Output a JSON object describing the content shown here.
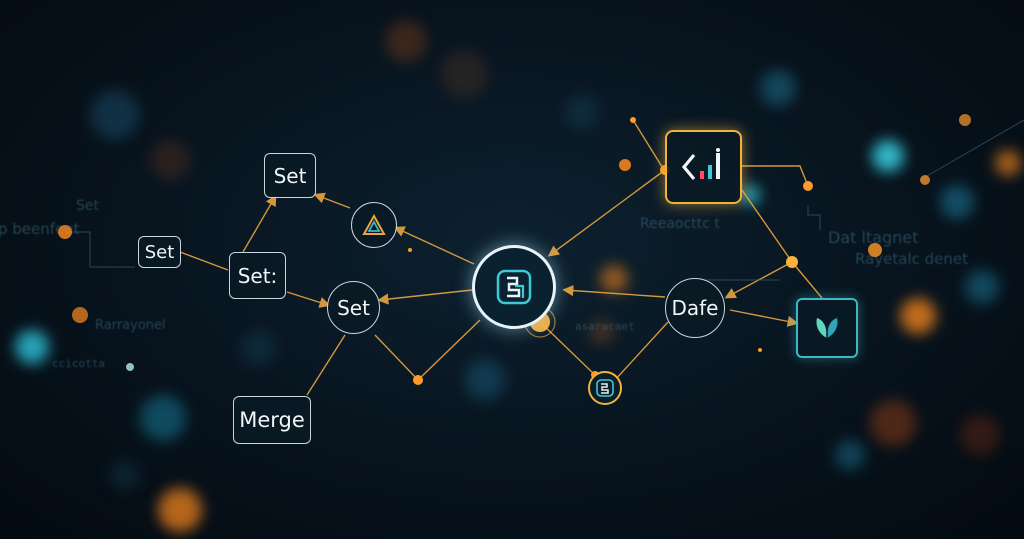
{
  "nodes": {
    "set_top": "Set",
    "set_left": "Set",
    "set_colon": "Set:",
    "set_center": "Set",
    "merge": "Merge",
    "dafe": "Dafe"
  },
  "background_text": {
    "left_1": "Set",
    "left_2": "p beenfeet",
    "left_3": "Rarrayonel",
    "left_4": "ccicotta",
    "right_1": "Reeaocttc t",
    "right_2": "Dat ltagnet",
    "right_3": "Rayetalc denet",
    "center_code": "asaracaet"
  },
  "colors": {
    "edge": "#e9a640",
    "glow_orange": "#ff9a2b",
    "glow_cyan": "#3fd4e8",
    "accent_gold": "#f2b33d",
    "accent_teal": "#3fb6c4"
  },
  "icons": {
    "triangle_node": "triangle-logo-icon",
    "hub_node": "hub-logo-icon",
    "code_node": "code-chart-icon",
    "leaf_node": "leaf-logo-icon",
    "small_node": "small-logo-icon"
  }
}
